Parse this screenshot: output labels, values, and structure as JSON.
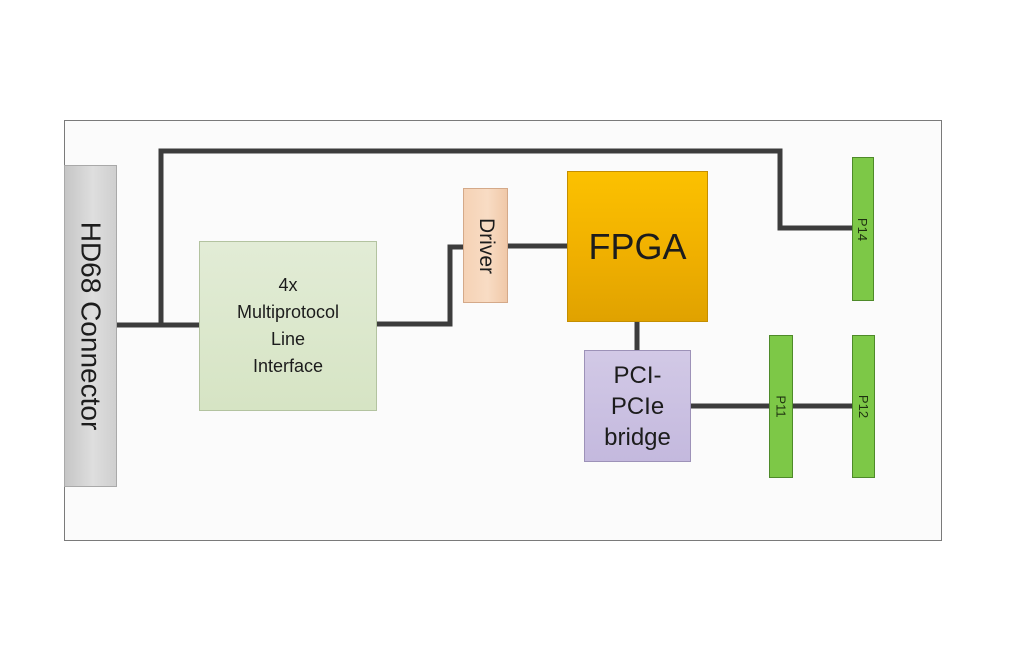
{
  "diagram": {
    "blocks": {
      "connector": "HD68 Connector",
      "line_interface": "4x\nMultiprotocol\nLine\nInterface",
      "driver": "Driver",
      "fpga": "FPGA",
      "bridge": "PCI-\nPCIe\nbridge"
    },
    "headers": {
      "p14": "P14",
      "p11": "P11",
      "p12": "P12"
    },
    "colors": {
      "wire": "#3c3c3c",
      "connector": "#d0d0d0",
      "line_interface": "#dbe7cb",
      "driver": "#f6d3b7",
      "fpga": "#f5b800",
      "bridge": "#cbc2e2",
      "header": "#7dc847"
    }
  }
}
